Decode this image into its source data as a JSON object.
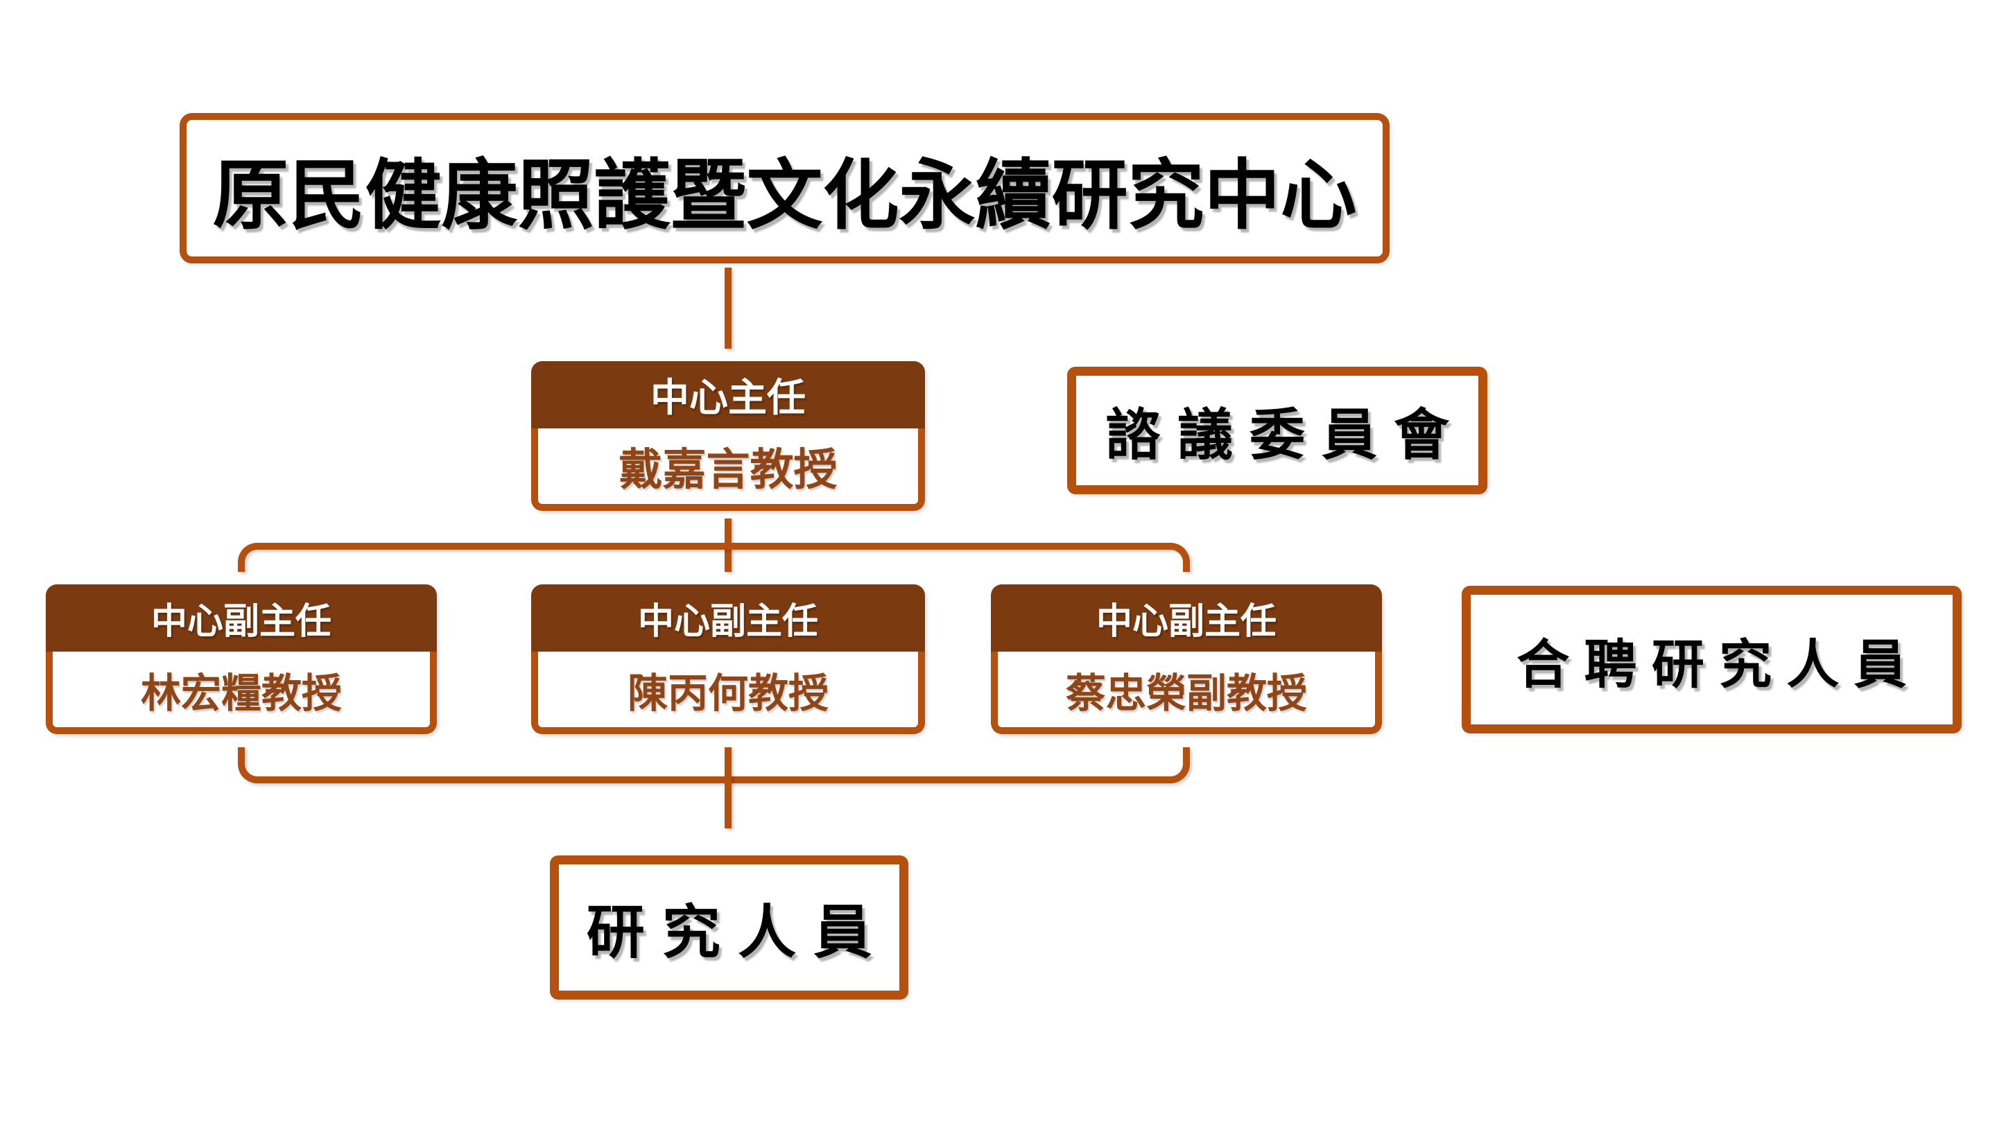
{
  "org_chart": {
    "title": "原民健康照護暨文化永續研究中心",
    "director": {
      "role": "中心主任",
      "name": "戴嘉言教授"
    },
    "advisory_committee": {
      "label": "諮議委員會"
    },
    "deputies": [
      {
        "role": "中心副主任",
        "name": "林宏糧教授"
      },
      {
        "role": "中心副主任",
        "name": "陳丙何教授"
      },
      {
        "role": "中心副主任",
        "name": "蔡忠榮副教授"
      }
    ],
    "joint_researchers": {
      "label": "合聘研究人員"
    },
    "researchers": {
      "label": "研究人員"
    },
    "colors": {
      "accent_border_line": "#B5500F",
      "header_fill": "#7B3A10",
      "name_text": "#8F4516",
      "label_text": "#000000",
      "background": "#FFFFFF"
    }
  }
}
